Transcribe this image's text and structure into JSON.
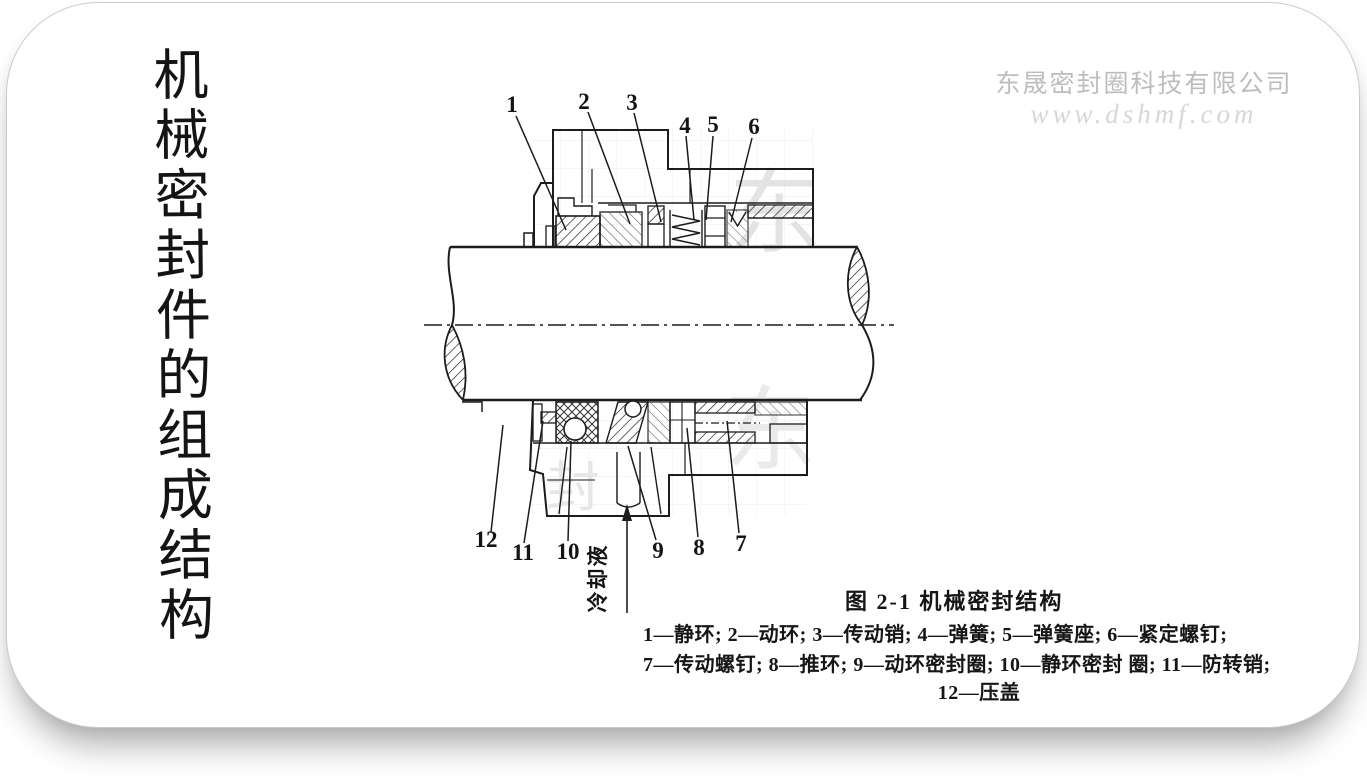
{
  "colors": {
    "ink": "#1c1c1c",
    "watermark_company": "#bdbdbd",
    "watermark_site": "#d7d7d7",
    "card_border": "#cbcbcb",
    "grid": "#ededed",
    "shadow": "rgba(0,0,0,0.30)"
  },
  "side_title": {
    "text": "机械密封件的组成结构"
  },
  "watermark": {
    "company": "东晟密封圈科技有限公司",
    "website": "www.dshmf.com"
  },
  "diagram": {
    "callouts_top": [
      "1",
      "2",
      "3",
      "4",
      "5",
      "6"
    ],
    "callouts_bottom": [
      "12",
      "11",
      "10",
      "9",
      "8",
      "7"
    ],
    "coolant_label": "冷却液",
    "faint_marks": [
      "东",
      "东",
      "封"
    ]
  },
  "figure": {
    "caption": "图 2-1  机械密封结构",
    "legend": {
      "line1": "1—静环;  2—动环;  3—传动销;  4—弹簧;  5—弹簧座; 6—紧定螺钉;",
      "line2": "7—传动螺钉;  8—推环;  9—动环密封圈;  10—静环密封 圈; 11—防转销;",
      "line3": "12—压盖"
    }
  }
}
